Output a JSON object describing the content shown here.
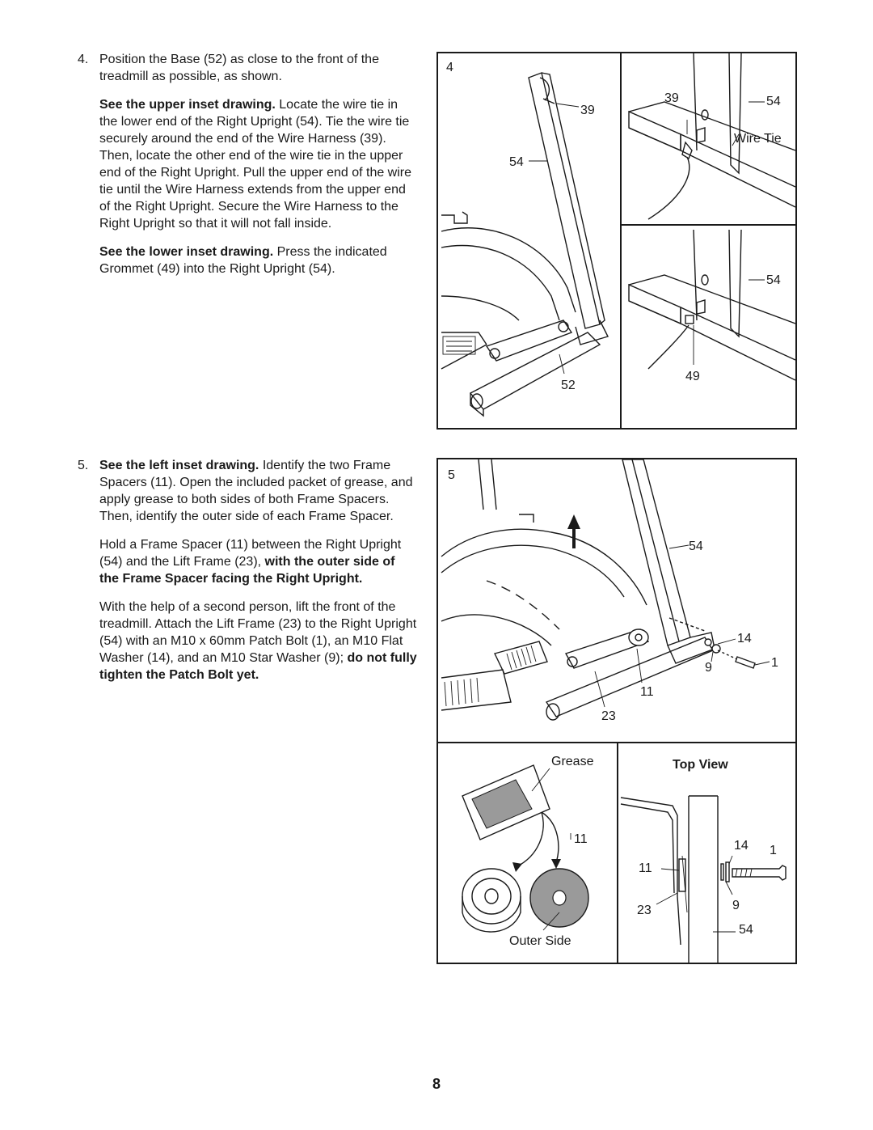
{
  "step4": {
    "number": "4.",
    "intro": "Position the Base (52) as close to the front of the treadmill as possible, as shown.",
    "upper_lead": "See the upper inset drawing.",
    "upper_text": " Locate the wire tie in the lower end of the Right Upright (54). Tie the wire tie securely around the end of the Wire Harness (39). Then, locate the other end of the wire tie in the upper end of the Right Upright. Pull the upper end of the wire tie until the Wire Harness extends from the upper end of the Right Upright. Secure the Wire Harness to the Right Upright so that it will not fall inside.",
    "lower_lead": "See the lower inset drawing.",
    "lower_text": " Press the indicated Grommet (49) into the Right Upright (54)."
  },
  "step5": {
    "number": "5.",
    "p1_lead": "See the left inset drawing.",
    "p1_text": " Identify the two Frame Spacers (11). Open the included packet of grease, and apply grease to both sides of both Frame Spacers. Then, identify the outer side of each Frame Spacer.",
    "p2_text": "Hold a Frame Spacer (11) between the Right Upright (54) and the Lift Frame (23), ",
    "p2_bold": "with the outer side of the Frame Spacer facing the Right Upright.",
    "p3_text": "With the help of a second person, lift the front of the treadmill. Attach the Lift Frame (23) to the Right Upright (54) with an M10 x 60mm Patch Bolt (1), an M10 Flat Washer (14), and an M10 Star Washer (9); ",
    "p3_bold": "do not fully tighten the Patch Bolt yet."
  },
  "figure4": {
    "step_label": "4",
    "main_labels": {
      "harness": "39",
      "upright": "54",
      "base": "52"
    },
    "upper_inset_labels": {
      "harness": "39",
      "upright": "54",
      "wire_tie": "Wire Tie"
    },
    "lower_inset_labels": {
      "upright": "54",
      "grommet": "49"
    }
  },
  "figure5": {
    "step_label": "5",
    "main_labels": {
      "upright": "54",
      "flat_washer": "14",
      "bolt": "1",
      "star_washer": "9",
      "spacer": "11",
      "lift_frame": "23"
    },
    "grease_labels": {
      "grease": "Grease",
      "spacer": "11",
      "outer_side": "Outer Side"
    },
    "top_view": {
      "title": "Top View",
      "flat_washer": "14",
      "bolt": "1",
      "spacer": "11",
      "star_washer": "9",
      "lift_frame": "23",
      "upright": "54"
    }
  },
  "page_number": "8"
}
